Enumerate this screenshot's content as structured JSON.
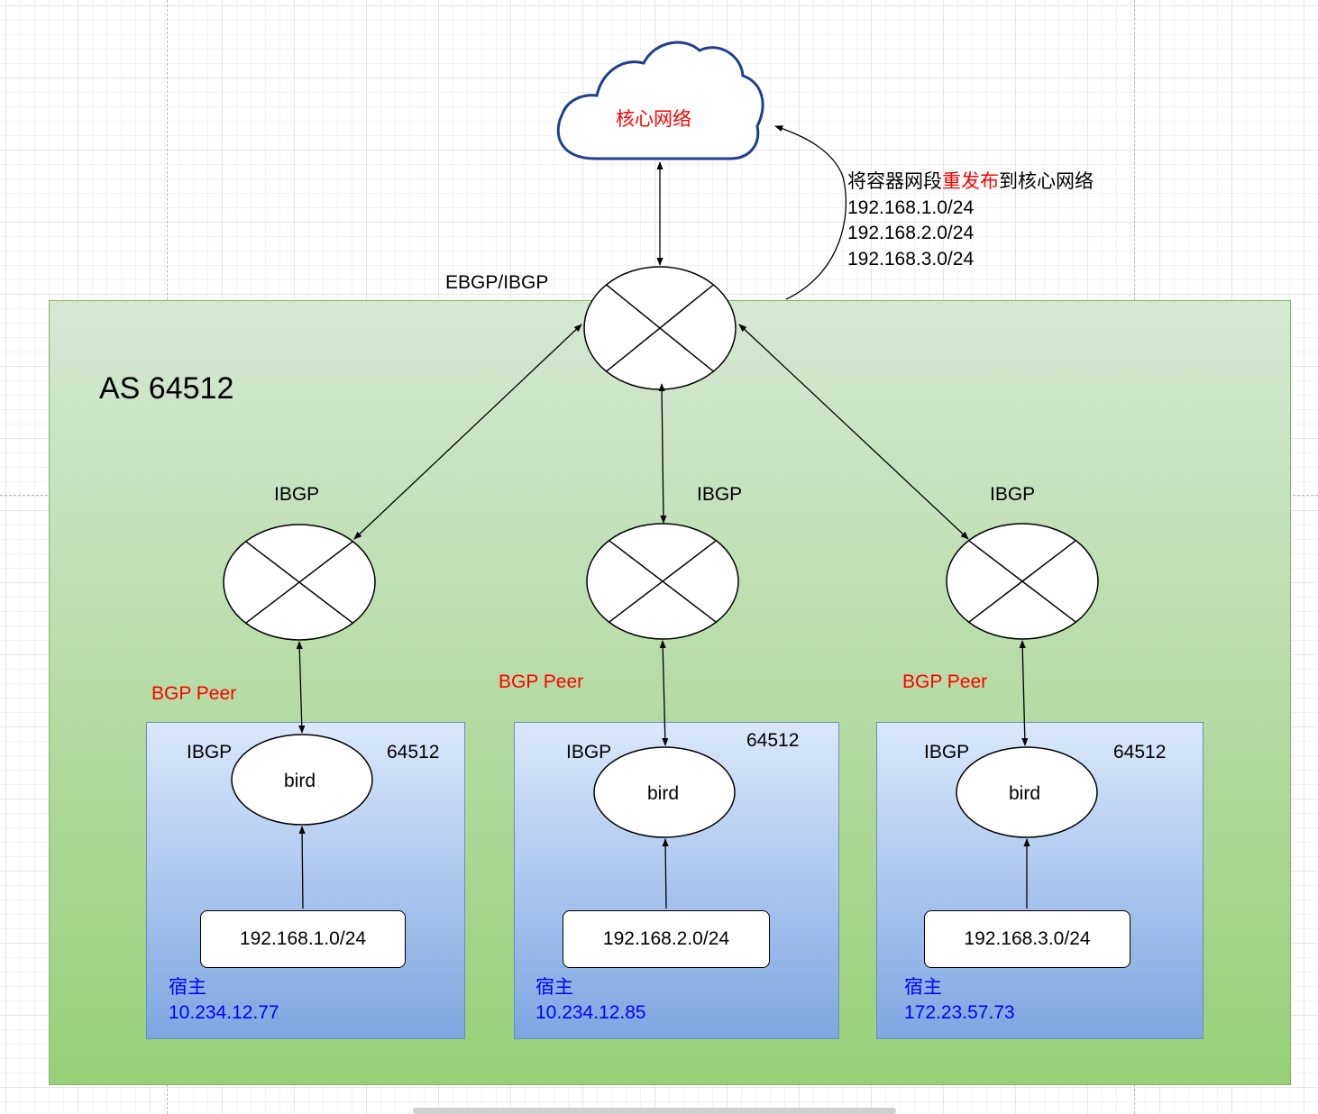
{
  "cloud": {
    "label": "核心网络"
  },
  "core_router": {
    "label": "EBGP/IBGP"
  },
  "redistribute_note": {
    "line1_prefix": "将容器网段",
    "line1_highlight": "重发布",
    "line1_suffix": "到核心网络",
    "routes": [
      "192.168.1.0/24",
      "192.168.2.0/24",
      "192.168.3.0/24"
    ]
  },
  "as_region": {
    "label": "AS 64512"
  },
  "routers": [
    {
      "label": "IBGP",
      "peer_label": "BGP Peer"
    },
    {
      "label": "IBGP",
      "peer_label": "BGP Peer"
    },
    {
      "label": "IBGP",
      "peer_label": "BGP Peer"
    }
  ],
  "hosts": [
    {
      "ibgp": "IBGP",
      "asn": "64512",
      "bird": "bird",
      "subnet": "192.168.1.0/24",
      "host_title": "宿主",
      "host_ip": "10.234.12.77"
    },
    {
      "ibgp": "IBGP",
      "asn": "64512",
      "bird": "bird",
      "subnet": "192.168.2.0/24",
      "host_title": "宿主",
      "host_ip": "10.234.12.85"
    },
    {
      "ibgp": "IBGP",
      "asn": "64512",
      "bird": "bird",
      "subnet": "192.168.3.0/24",
      "host_title": "宿主",
      "host_ip": "172.23.57.73"
    }
  ],
  "colors": {
    "cloud_stroke": "#1f3f8f",
    "highlight_red": "#ff0000",
    "host_blue": "#0000ff",
    "as_fill_top": "#d5e8d4",
    "as_fill_bottom": "#97d077",
    "host_fill_top": "#dae8fc",
    "host_fill_bottom": "#7ea6e0"
  }
}
